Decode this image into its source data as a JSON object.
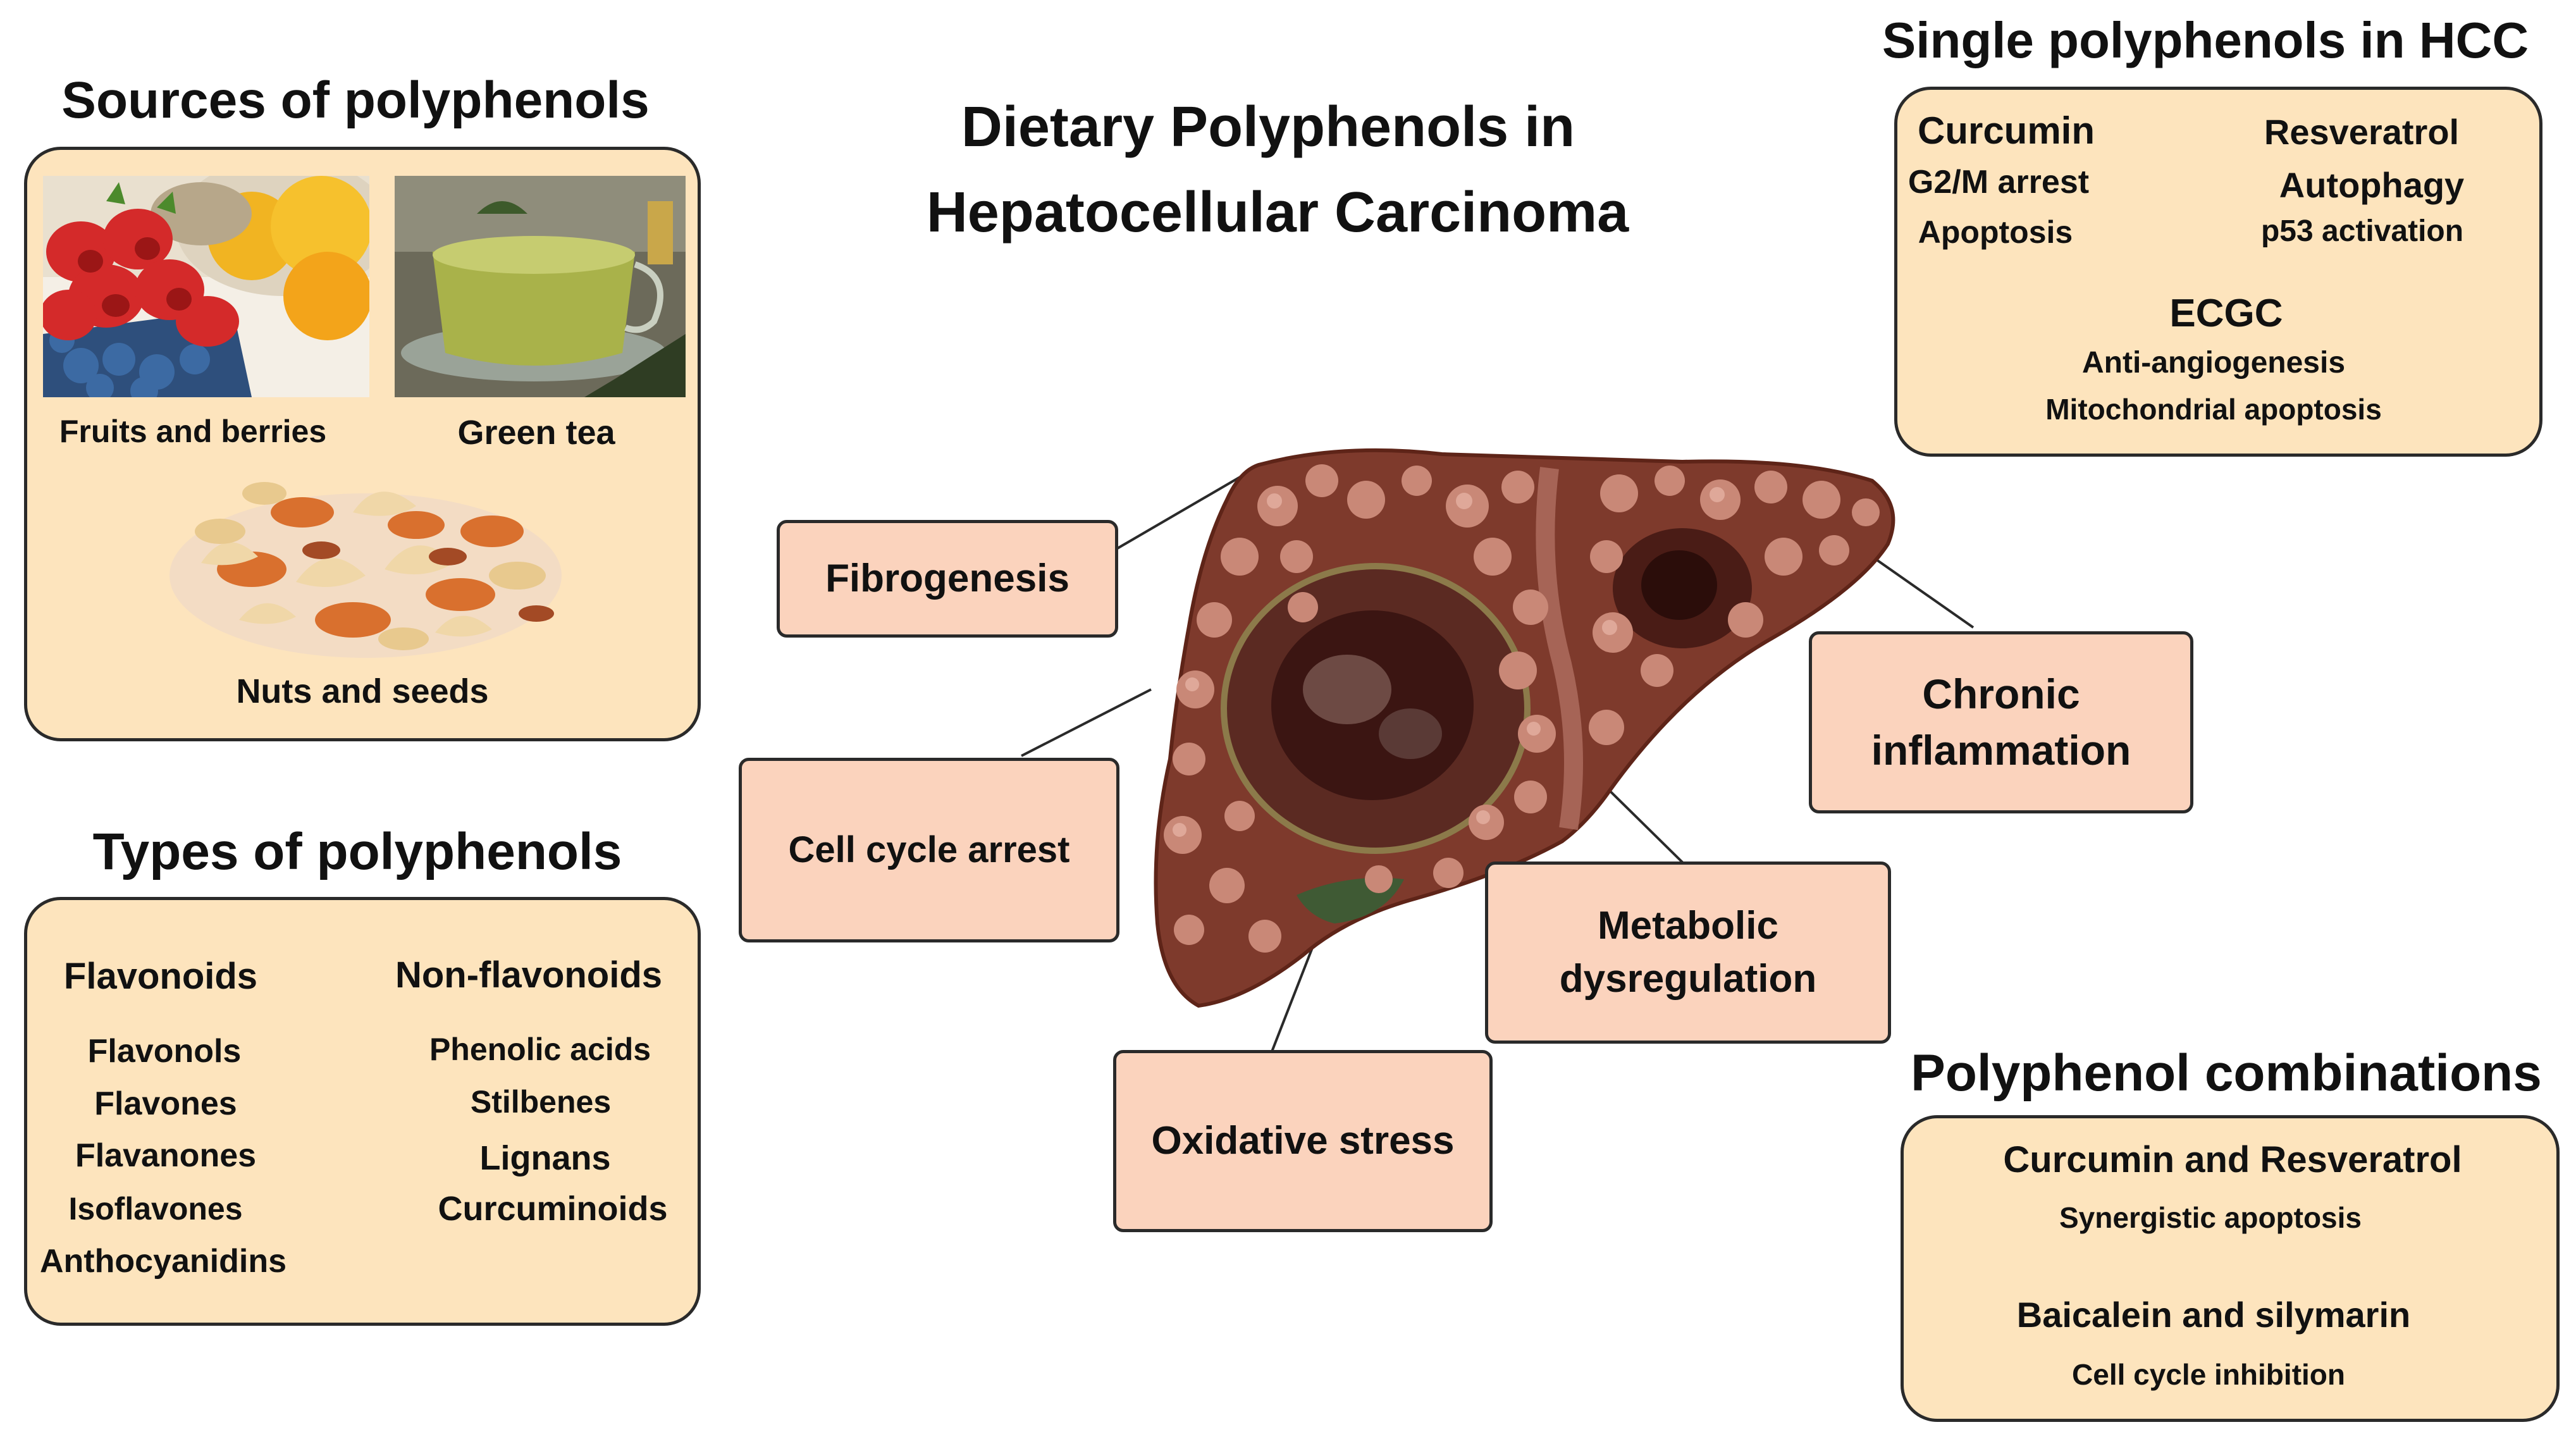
{
  "main_title": {
    "line1": "Dietary Polyphenols in",
    "line2": "Hepatocellular Carcinoma"
  },
  "sources": {
    "title": "Sources of polyphenols",
    "fruits_label": "Fruits and berries",
    "tea_label": "Green tea",
    "nuts_label": "Nuts and seeds"
  },
  "types": {
    "title": "Types of polyphenols",
    "flavonoids": {
      "heading": "Flavonoids",
      "items": [
        "Flavonols",
        "Flavones",
        "Flavanones",
        "Isoflavones",
        "Anthocyanidins"
      ]
    },
    "non_flavonoids": {
      "heading": "Non-flavonoids",
      "items": [
        "Phenolic acids",
        "Stilbenes",
        "Lignans",
        "Curcuminoids"
      ]
    }
  },
  "single": {
    "title": "Single polyphenols in HCC",
    "curcumin": {
      "name": "Curcumin",
      "effects": [
        "G2/M arrest",
        "Apoptosis"
      ]
    },
    "resveratrol": {
      "name": "Resveratrol",
      "effects": [
        "Autophagy",
        "p53 activation"
      ]
    },
    "ecgc": {
      "name": "ECGC",
      "effects": [
        "Anti-angiogenesis",
        "Mitochondrial apoptosis"
      ]
    }
  },
  "combinations": {
    "title": "Polyphenol combinations",
    "combo1": {
      "name": "Curcumin and Resveratrol",
      "effect": "Synergistic apoptosis"
    },
    "combo2": {
      "name": "Baicalein and silymarin",
      "effect": "Cell cycle inhibition"
    }
  },
  "processes": {
    "fibrogenesis": "Fibrogenesis",
    "cell_cycle_arrest": "Cell cycle arrest",
    "oxidative_stress": "Oxidative stress",
    "metabolic_line1": "Metabolic",
    "metabolic_line2": "dysregulation",
    "chronic_line1": "Chronic",
    "chronic_line2": "inflammation"
  },
  "colors": {
    "panel_fill": "#fde4bd",
    "process_box_fill": "#fbd3bd",
    "liver_base": "#7e3a2c",
    "liver_nodule": "#c98877",
    "outline": "#2a2a2a"
  }
}
